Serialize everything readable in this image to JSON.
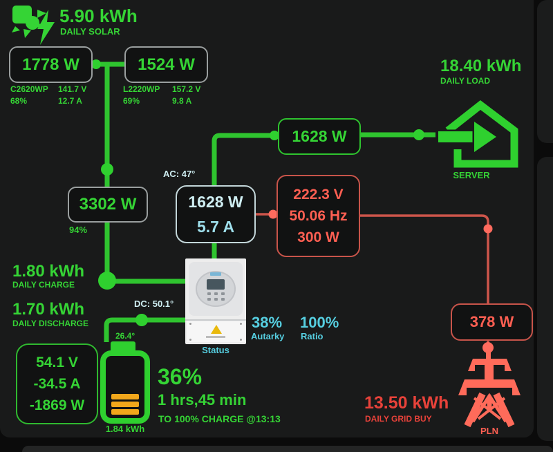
{
  "solar": {
    "daily_value": "5.90 kWh",
    "daily_label": "DAILY SOLAR",
    "strings": [
      {
        "power": "1778 W",
        "name": "C2620WP",
        "voltage": "141.7 V",
        "percent": "68%",
        "current": "12.7 A"
      },
      {
        "power": "1524 W",
        "name": "L2220WP",
        "voltage": "157.2 V",
        "percent": "69%",
        "current": "9.8 A"
      }
    ],
    "combined_power": "3302 W",
    "combined_percent": "94%"
  },
  "load": {
    "daily_value": "18.40 kWh",
    "daily_label": "DAILY LOAD",
    "power": "1628 W",
    "device_label": "SERVER"
  },
  "inverter": {
    "ac_temp": "AC: 47°",
    "dc_temp": "DC: 50.1°",
    "ac_power": "1628 W",
    "ac_current": "5.7 A",
    "status_label": "Status",
    "autarky_value": "38%",
    "autarky_label": "Autarky",
    "ratio_value": "100%",
    "ratio_label": "Ratio"
  },
  "grid": {
    "voltage": "222.3 V",
    "frequency": "50.06 Hz",
    "power": "300 W",
    "import_power": "378 W",
    "daily_value": "13.50 kWh",
    "daily_label": "DAILY GRID BUY",
    "provider": "PLN"
  },
  "battery": {
    "daily_charge_value": "1.80 kWh",
    "daily_charge_label": "DAILY CHARGE",
    "daily_discharge_value": "1.70 kWh",
    "daily_discharge_label": "DAILY DISCHARGE",
    "voltage": "54.1 V",
    "current": "-34.5 A",
    "power": "-1869 W",
    "temp": "26.4°",
    "capacity": "1.84 kWh",
    "soc": "36%",
    "time_remaining": "1 hrs,45 min",
    "charge_eta": "TO 100% CHARGE @13:13"
  },
  "colors": {
    "green": "#35d435",
    "green_line": "#2fc42f",
    "cyan": "#56cfe1",
    "salmon": "#ff5f52",
    "red": "#e8423a",
    "orange": "#f2a71b",
    "box_border_gray": "#9a9f9f"
  }
}
